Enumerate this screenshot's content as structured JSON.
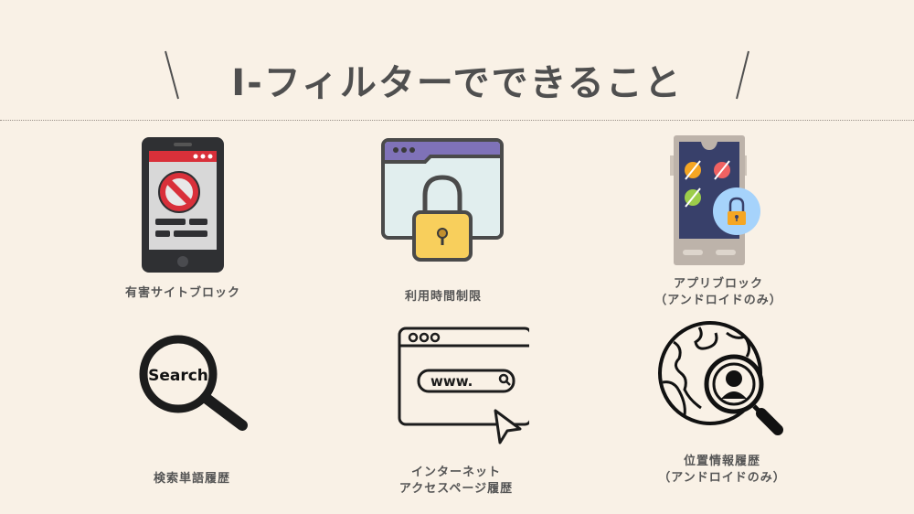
{
  "title": "I-フィルターでできること",
  "colors": {
    "background": "#f9f1e6",
    "title_text": "#4f4f4f",
    "label_text": "#555555"
  },
  "features": [
    {
      "label": "有害サイトブロック",
      "icon": "phone-prohibited-icon"
    },
    {
      "label": "利用時間制限",
      "icon": "browser-lock-icon"
    },
    {
      "label": "アプリブロック",
      "sublabel": "（アンドロイドのみ）",
      "icon": "phone-app-lock-icon"
    },
    {
      "label": "検索単語履歴",
      "icon": "search-magnifier-icon",
      "icon_text": "Search"
    },
    {
      "label": "インターネット",
      "sublabel": "アクセスページ履歴",
      "icon": "browser-url-cursor-icon",
      "icon_text": "www."
    },
    {
      "label": "位置情報履歴",
      "sublabel": "（アンドロイドのみ）",
      "icon": "globe-person-search-icon"
    }
  ]
}
